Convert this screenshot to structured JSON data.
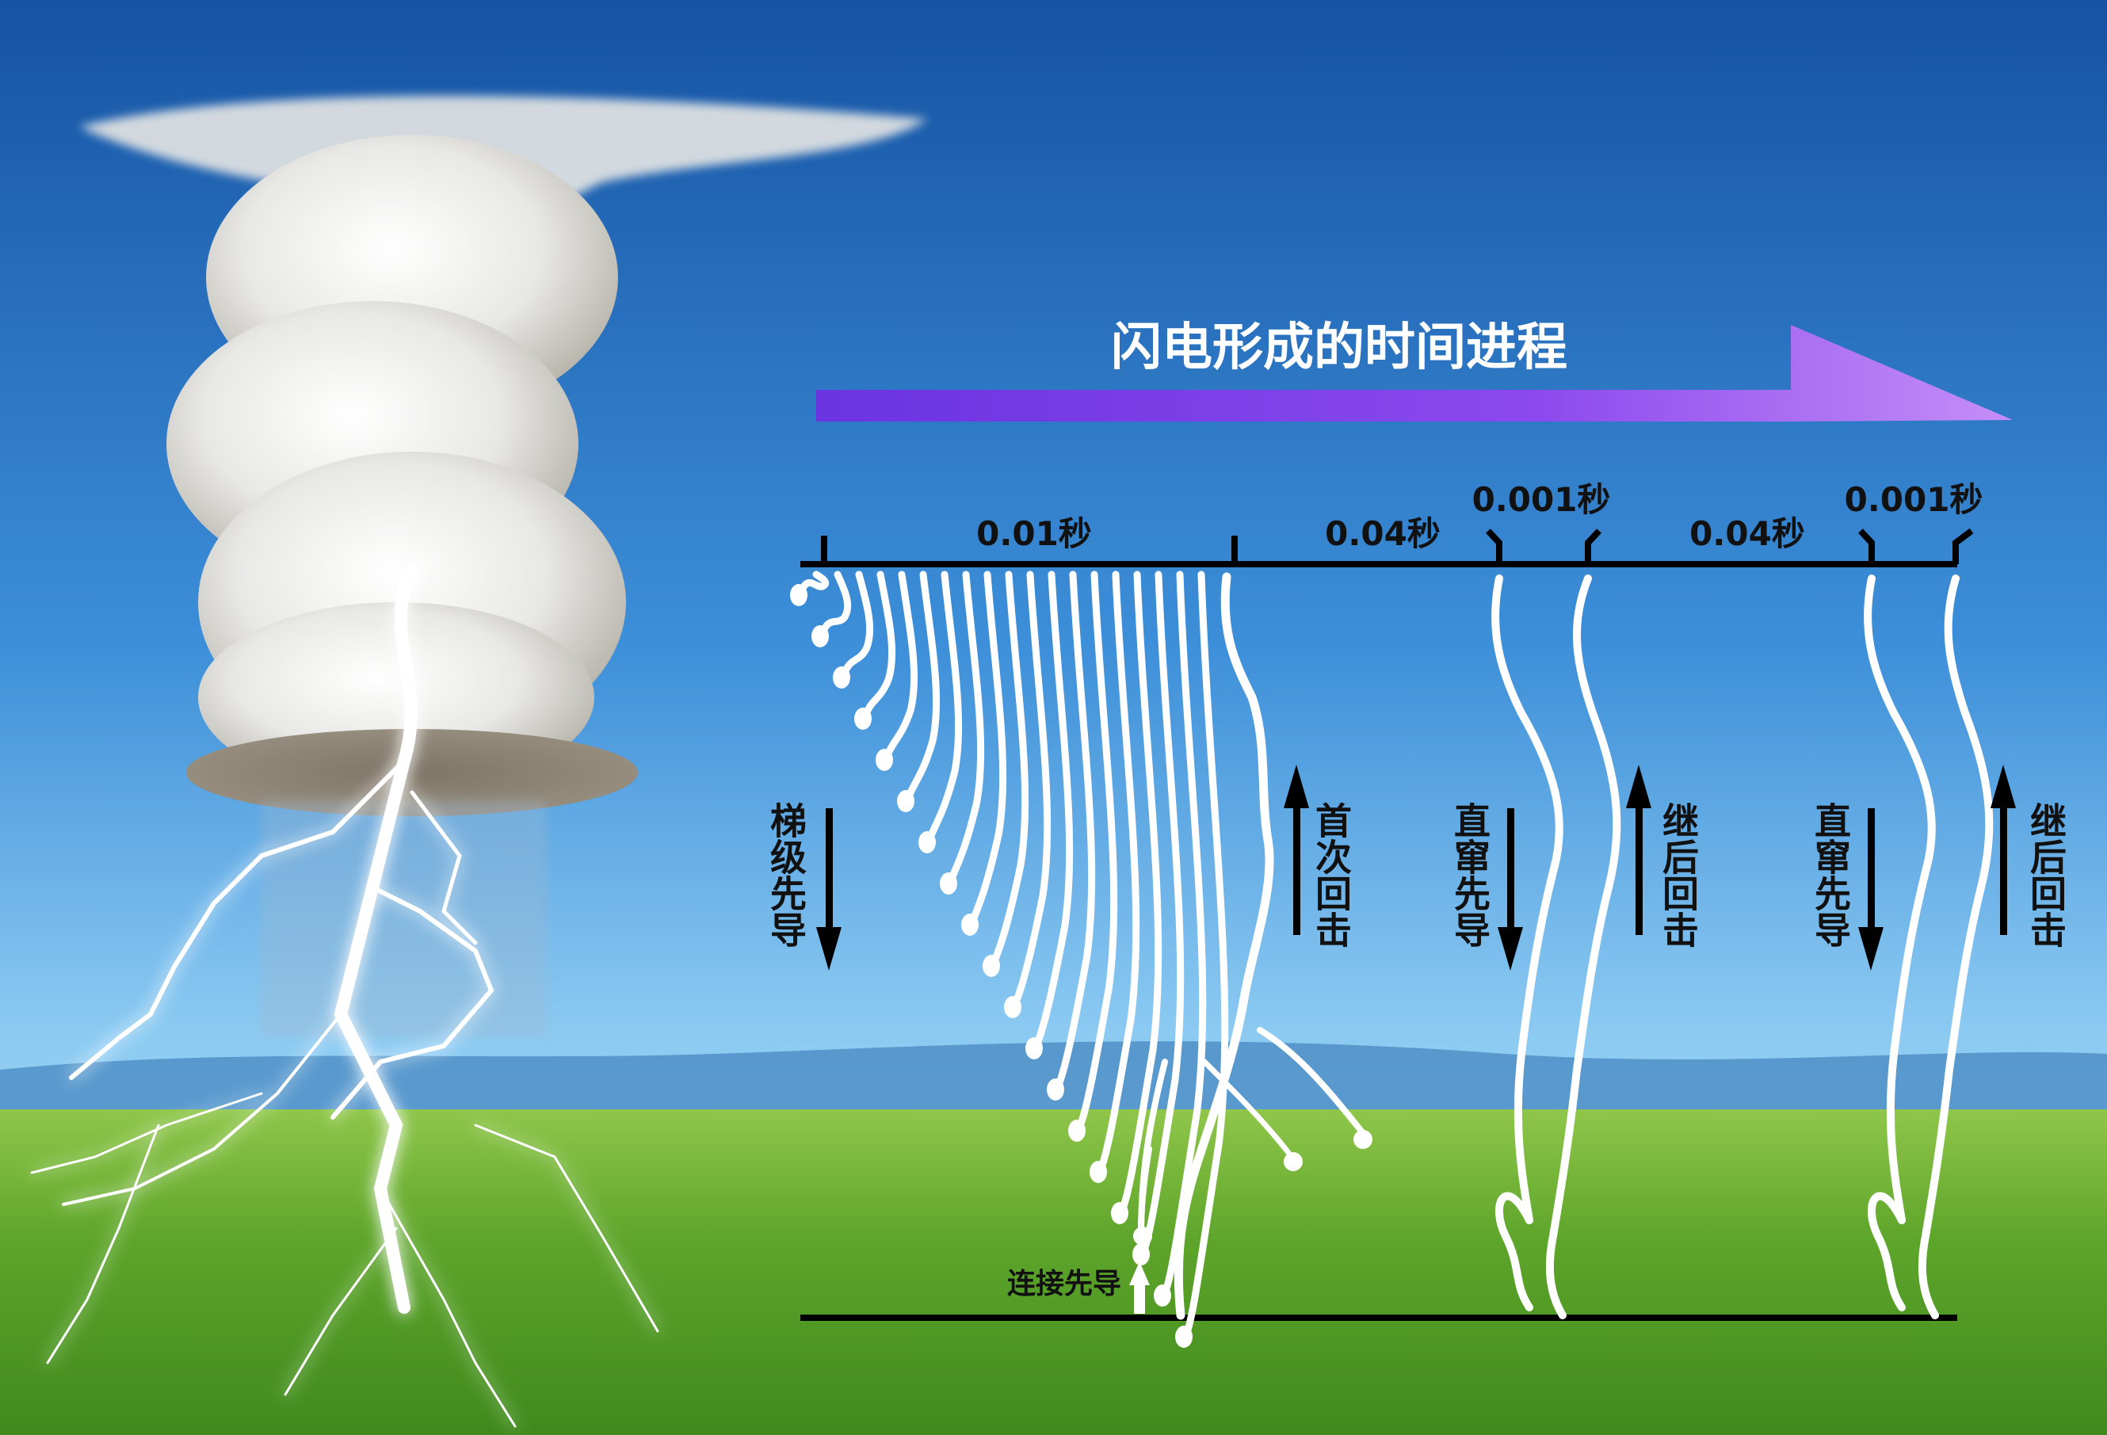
{
  "diagram": {
    "title": "闪电形成的时间进程",
    "durations": [
      {
        "id": "d1",
        "text": "0.01秒"
      },
      {
        "id": "d2",
        "text": "0.04秒"
      },
      {
        "id": "d3",
        "text": "0.001秒"
      },
      {
        "id": "d4",
        "text": "0.04秒"
      },
      {
        "id": "d5",
        "text": "0.001秒"
      }
    ],
    "phases": {
      "stepped_leader": "梯级先导",
      "first_return_stroke": "首次回击",
      "dart_leader_1": "直窜先导",
      "subsequent_return_1": "继后回击",
      "dart_leader_2": "直窜先导",
      "subsequent_return_2": "继后回击",
      "connecting_leader": "连接先导"
    },
    "colors": {
      "title_arrow_start": "#7b3fe4",
      "title_arrow_end": "#c48bf5",
      "lightning": "#ffffff",
      "label": "#111111",
      "sky_top": "#1a5fae",
      "sky_bottom": "#7fc3f0",
      "grass": "#5fa82a"
    },
    "icons": [
      "cloud-icon",
      "lightning-bolt-icon",
      "arrow-up-icon",
      "arrow-down-icon"
    ]
  }
}
